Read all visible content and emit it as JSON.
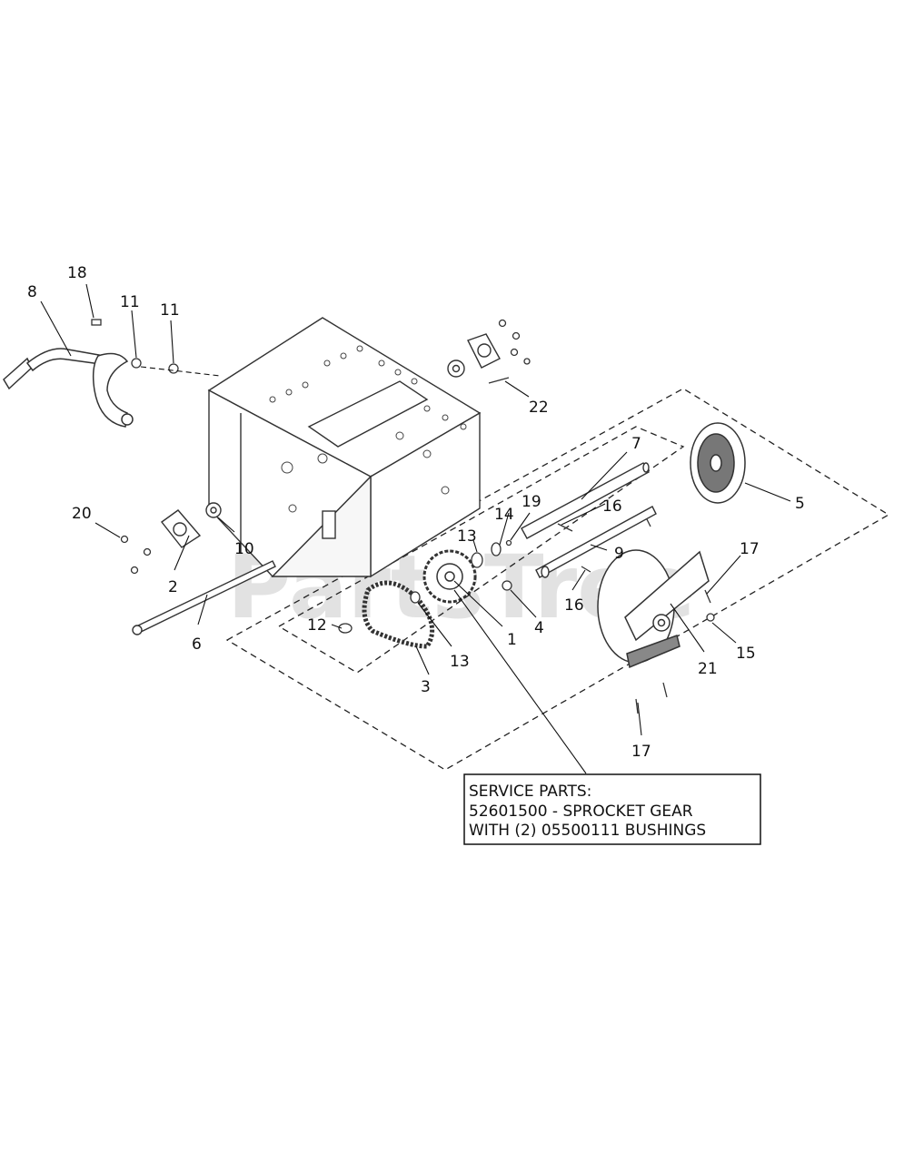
{
  "watermark": "PartsTree",
  "callouts": [
    {
      "id": "c1",
      "text": "1"
    },
    {
      "id": "c2",
      "text": "2"
    },
    {
      "id": "c3",
      "text": "3"
    },
    {
      "id": "c4",
      "text": "4"
    },
    {
      "id": "c5",
      "text": "5"
    },
    {
      "id": "c6",
      "text": "6"
    },
    {
      "id": "c7",
      "text": "7"
    },
    {
      "id": "c8",
      "text": "8"
    },
    {
      "id": "c9",
      "text": "9"
    },
    {
      "id": "c10",
      "text": "10"
    },
    {
      "id": "c11a",
      "text": "11"
    },
    {
      "id": "c11b",
      "text": "11"
    },
    {
      "id": "c12",
      "text": "12"
    },
    {
      "id": "c13a",
      "text": "13"
    },
    {
      "id": "c13b",
      "text": "13"
    },
    {
      "id": "c14",
      "text": "14"
    },
    {
      "id": "c15",
      "text": "15"
    },
    {
      "id": "c16a",
      "text": "16"
    },
    {
      "id": "c16b",
      "text": "16"
    },
    {
      "id": "c17a",
      "text": "17"
    },
    {
      "id": "c17b",
      "text": "17"
    },
    {
      "id": "c18",
      "text": "18"
    },
    {
      "id": "c19",
      "text": "19"
    },
    {
      "id": "c20",
      "text": "20"
    },
    {
      "id": "c21",
      "text": "21"
    },
    {
      "id": "c22",
      "text": "22"
    }
  ],
  "service_note": {
    "line1": "SERVICE PARTS:",
    "line2": "52601500 - SPROCKET GEAR",
    "line3": "WITH (2) 05500111 BUSHINGS"
  }
}
